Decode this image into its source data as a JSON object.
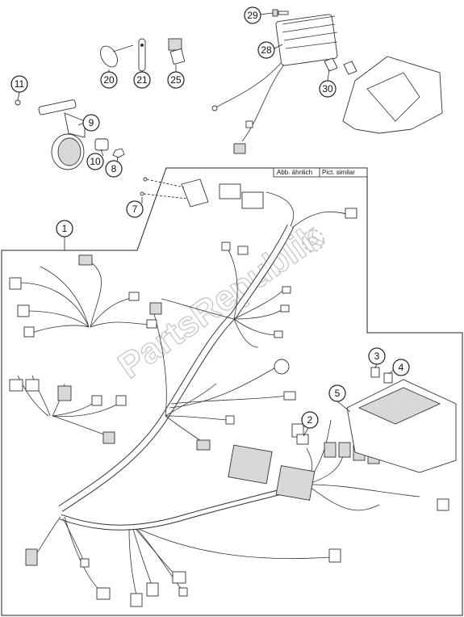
{
  "labels": {
    "note_de": "Abb. ähnlich",
    "note_en": "Pict. similar",
    "watermark": "PartsRepublik"
  },
  "callouts": [
    "1",
    "2",
    "3",
    "4",
    "5",
    "7",
    "8",
    "9",
    "10",
    "11",
    "20",
    "21",
    "25",
    "28",
    "29",
    "30"
  ],
  "colors": {
    "line": "#222222",
    "fill": "#ffffff",
    "watermark": "#c8c8c8"
  }
}
